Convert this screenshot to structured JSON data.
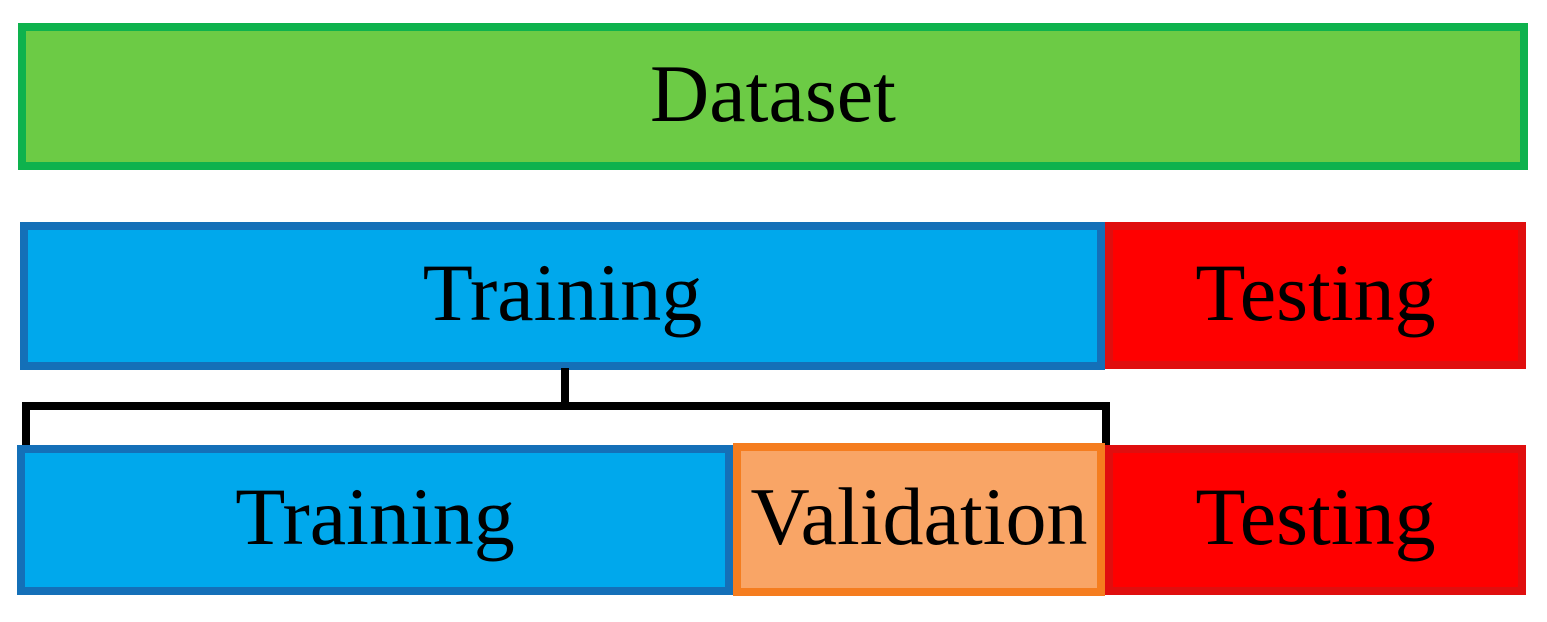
{
  "diagram": {
    "title_box": {
      "label": "Dataset"
    },
    "first_split": {
      "training_label": "Training",
      "testing_label": "Testing"
    },
    "second_split": {
      "training_label": "Training",
      "validation_label": "Validation",
      "testing_label": "Testing"
    }
  },
  "colors": {
    "background": "#FFFFFF",
    "text": "#000000",
    "connector": "#000000",
    "dataset_fill": "#6CCB45",
    "dataset_border": "#0EB24D",
    "training_fill": "#00A8EC",
    "training_border": "#1470B8",
    "testing_fill": "#FF0000",
    "testing_border": "#E00E0E",
    "validation_fill": "#F9A566",
    "validation_border": "#F57D1F"
  }
}
